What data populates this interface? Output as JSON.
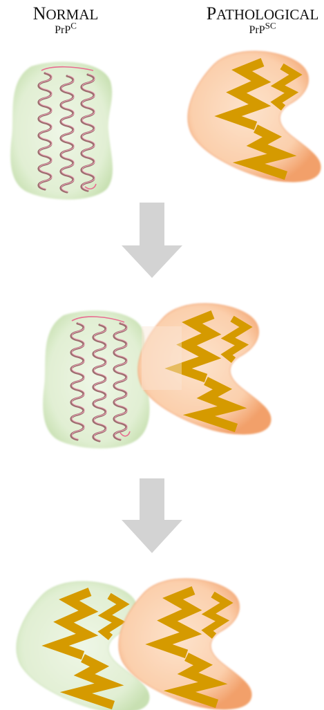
{
  "labels": {
    "normal_first": "N",
    "normal_rest": "ORMAL",
    "normal_sub_base": "PrP",
    "normal_sub_sup": "C",
    "patho_first": "P",
    "patho_rest": "ATHOLOGICAL",
    "patho_sub_base": "PrP",
    "patho_sub_sup": "SC"
  },
  "colors": {
    "normal_fill": "#e3f0d6",
    "normal_edge": "#c9e1b4",
    "patho_fill": "#fbd2b0",
    "patho_edge": "#f0965c",
    "helix": "#9c6f6f",
    "helix_highlight": "#e86b8f",
    "beta": "#d59a00",
    "arrow": "#d3d3d3"
  },
  "icons": {
    "arrow_1": "down-arrow-icon",
    "arrow_2": "down-arrow-icon"
  }
}
